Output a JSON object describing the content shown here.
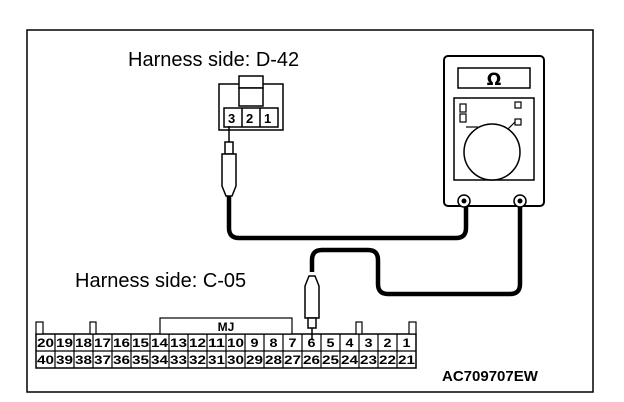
{
  "labels": {
    "harness_d42": "Harness side: D-42",
    "harness_c05": "Harness side: C-05",
    "figure_code": "AC709707EW",
    "meter_symbol": "Ω",
    "mj_label": "MJ"
  },
  "connector_d42": {
    "pins": [
      "3",
      "2",
      "1"
    ],
    "probe_pin": "3"
  },
  "connector_c05": {
    "top_row": [
      "20",
      "19",
      "18",
      "17",
      "16",
      "15",
      "14",
      "13",
      "12",
      "11",
      "10",
      "9",
      "8",
      "7",
      "6",
      "5",
      "4",
      "3",
      "2",
      "1"
    ],
    "bottom_row": [
      "40",
      "39",
      "38",
      "37",
      "36",
      "35",
      "34",
      "33",
      "32",
      "31",
      "30",
      "29",
      "28",
      "27",
      "26",
      "25",
      "24",
      "23",
      "22",
      "21"
    ],
    "probe_pin": "6"
  },
  "icons": {
    "meter": "ohmmeter-icon",
    "probe": "test-probe-icon"
  }
}
